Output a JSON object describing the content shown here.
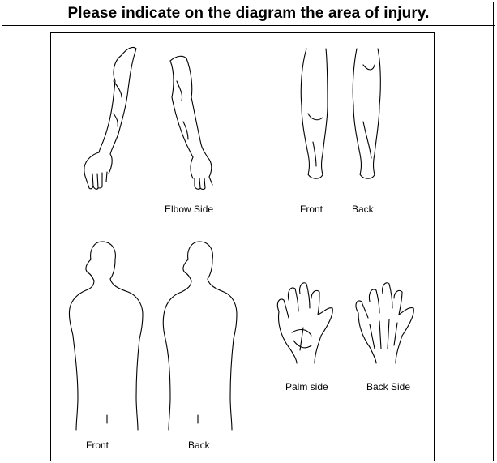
{
  "title": "Please indicate on the diagram the area of injury.",
  "labels": {
    "elbow_side": "Elbow Side",
    "legs_front": "Front",
    "legs_back": "Back",
    "body_front": "Front",
    "body_back": "Back",
    "palm_side": "Palm side",
    "back_side": "Back Side"
  }
}
